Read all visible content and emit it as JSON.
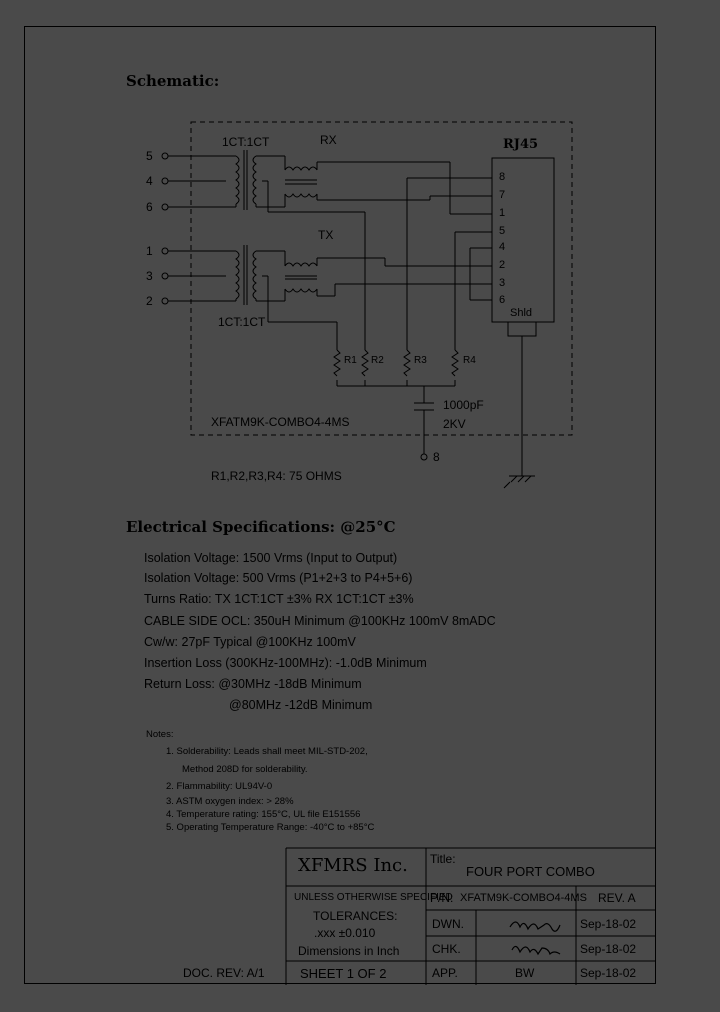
{
  "schematic": {
    "heading": "Schematic:",
    "ratio_top": "1CT:1CT",
    "ratio_bottom": "1CT:1CT",
    "rx_label": "RX",
    "tx_label": "TX",
    "connector_title": "RJ45",
    "shield_label": "Shld",
    "pins_left_top": [
      "5",
      "4",
      "6"
    ],
    "pins_left_bottom": [
      "1",
      "3",
      "2"
    ],
    "rj45_pins": [
      "8",
      "7",
      "1",
      "5",
      "4",
      "2",
      "3",
      "6"
    ],
    "resistors": [
      "R1",
      "R2",
      "R3",
      "R4"
    ],
    "cap_value": "1000pF",
    "cap_voltage": "2KV",
    "ground_pin": "8",
    "part_label": "XFATM9K-COMBO4-4MS",
    "resistor_note": "R1,R2,R3,R4: 75 OHMS"
  },
  "electrical": {
    "heading": "Electrical   Specifications: @25°C",
    "lines": [
      "Isolation Voltage:  1500 Vrms (Input to Output)",
      "Isolation Voltage:  500 Vrms (P1+2+3 to P4+5+6)",
      "Turns Ratio: TX 1CT:1CT ±3% RX 1CT:1CT ±3%",
      "CABLE SIDE OCL: 350uH Minimum @100KHz 100mV 8mADC",
      "Cw/w: 27pF Typical @100KHz 100mV",
      "Insertion Loss (300KHz-100MHz): -1.0dB Minimum",
      "Return Loss: @30MHz   -18dB Minimum",
      "@80MHz   -12dB Minimum"
    ]
  },
  "notes": {
    "heading": "Notes:",
    "items": [
      "1. Solderability: Leads shall meet MIL-STD-202,",
      "Method 208D for solderability.",
      "2. Flammability: UL94V-0",
      "3. ASTM oxygen index: > 28%",
      "4. Temperature rating: 155°C, UL file E151556",
      "5. Operating Temperature Range: -40°C to +85°C"
    ]
  },
  "title_block": {
    "company": "XFMRS Inc.",
    "title_label": "Title:",
    "title_value": "FOUR PORT COMBO",
    "unless": "UNLESS OTHERWISE SPECIFIED",
    "tolerances": "TOLERANCES:",
    "tol_value": ".xxx ±0.010",
    "dims": "Dimensions in Inch",
    "sheet": "SHEET  1  OF  2",
    "pn_label": "P/N:",
    "pn_value": "XFATM9K-COMBO4-4MS",
    "rev_label": "REV. A",
    "dwn_label": "DWN.",
    "dwn_date": "Sep-18-02",
    "chk_label": "CHK.",
    "chk_date": "Sep-18-02",
    "app_label": "APP.",
    "app_value": "BW",
    "app_date": "Sep-18-02",
    "doc_rev": "DOC. REV: A/1"
  }
}
